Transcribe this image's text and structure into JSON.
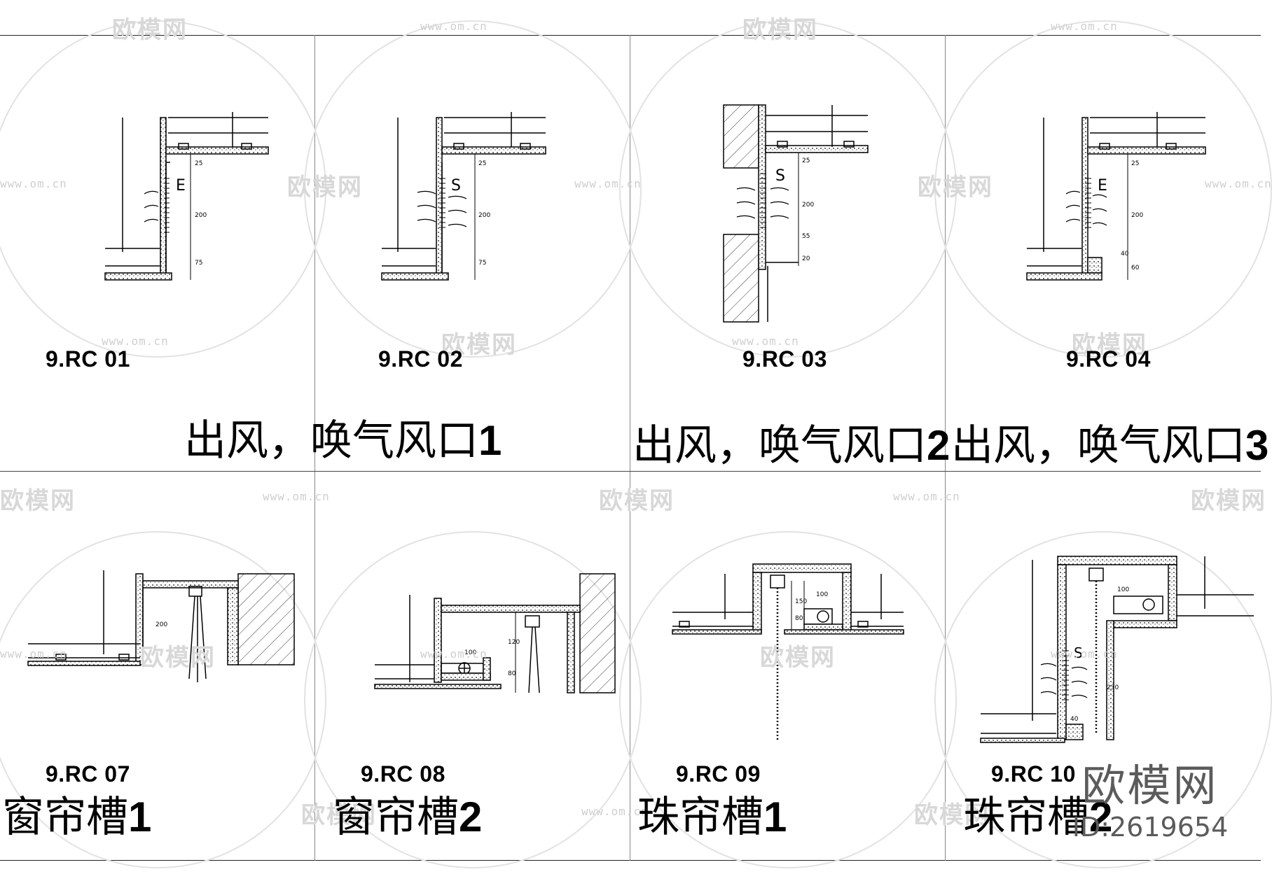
{
  "watermarks": {
    "brand_cn": "欧模网",
    "site": "www.om.cn"
  },
  "panels": [
    {
      "code": "9.RC 01"
    },
    {
      "code": "9.RC 02"
    },
    {
      "code": "9.RC 03"
    },
    {
      "code": "9.RC 04"
    },
    {
      "code": "9.RC 07"
    },
    {
      "code": "9.RC 08"
    },
    {
      "code": "9.RC 09"
    },
    {
      "code": "9.RC 10"
    }
  ],
  "captions": [
    {
      "text": "出风，唤气风口",
      "num": "1"
    },
    {
      "text": "出风，唤气风口",
      "num": "2"
    },
    {
      "text": "出风，唤气风口",
      "num": "3"
    },
    {
      "text": "窗帘槽",
      "num": "1"
    },
    {
      "text": "窗帘槽",
      "num": "2"
    },
    {
      "text": "珠帘槽",
      "num": "1"
    },
    {
      "text": "珠帘槽",
      "num": "2"
    }
  ],
  "drawing_labels": {
    "exhaust": "E",
    "supply": "S",
    "dims": [
      "25",
      "200",
      "75",
      "20",
      "55",
      "60",
      "40",
      "100",
      "120",
      "150",
      "80",
      "230"
    ]
  },
  "brand_mark": {
    "name": "欧模网",
    "id": "ID:2619654"
  }
}
